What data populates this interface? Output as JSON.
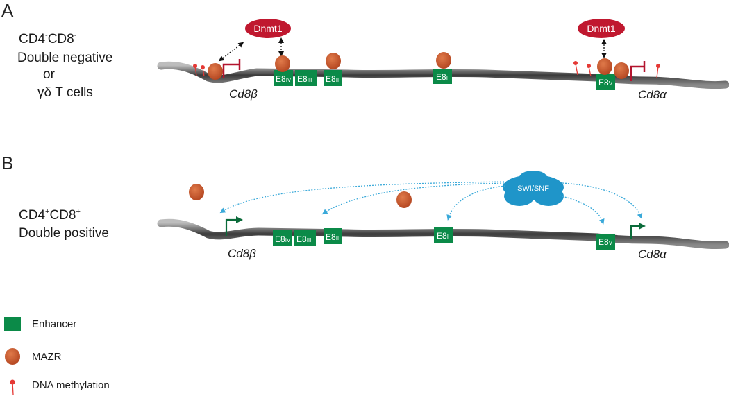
{
  "colors": {
    "enhancer": "#0b8a48",
    "mazr": "#c9532a",
    "methylation": "#e53935",
    "dnmt1": "#c0182f",
    "swi_snf": "#1f95c9",
    "repress_arrow": "#b3142e",
    "active_arrow": "#0b6b3a",
    "dashed_arrow": "#3aa9d9"
  },
  "panel_a": {
    "label": "A",
    "cell_line1_base": "CD4",
    "cell_line1_sup1": "-",
    "cell_line1_mid": "CD8",
    "cell_line1_sup2": "-",
    "cell_line2": "Double negative",
    "cell_line3": "or",
    "cell_line4": "γδ T cells",
    "dnmt1_label": "Dnmt1",
    "gene_beta": "Cd8β",
    "gene_alpha": "Cd8α",
    "enhancers": [
      {
        "main": "E8",
        "sub": "IV"
      },
      {
        "main": "E8",
        "sub": "III"
      },
      {
        "main": "E8",
        "sub": "II"
      },
      {
        "main": "E8",
        "sub": "I"
      },
      {
        "main": "E8",
        "sub": "V"
      }
    ]
  },
  "panel_b": {
    "label": "B",
    "cell_line1_base": "CD4",
    "cell_line1_sup1": "+",
    "cell_line1_mid": "CD8",
    "cell_line1_sup2": "+",
    "cell_line2": "Double positive",
    "swi_snf_label": "SWI/SNF",
    "gene_beta": "Cd8β",
    "gene_alpha": "Cd8α",
    "enhancers": [
      {
        "main": "E8",
        "sub": "IV"
      },
      {
        "main": "E8",
        "sub": "III"
      },
      {
        "main": "E8",
        "sub": "II"
      },
      {
        "main": "E8",
        "sub": "I"
      },
      {
        "main": "E8",
        "sub": "V"
      }
    ]
  },
  "legend": {
    "enhancer_label": "Enhancer",
    "mazr_label": "MAZR",
    "methylation_label": "DNA methylation"
  }
}
